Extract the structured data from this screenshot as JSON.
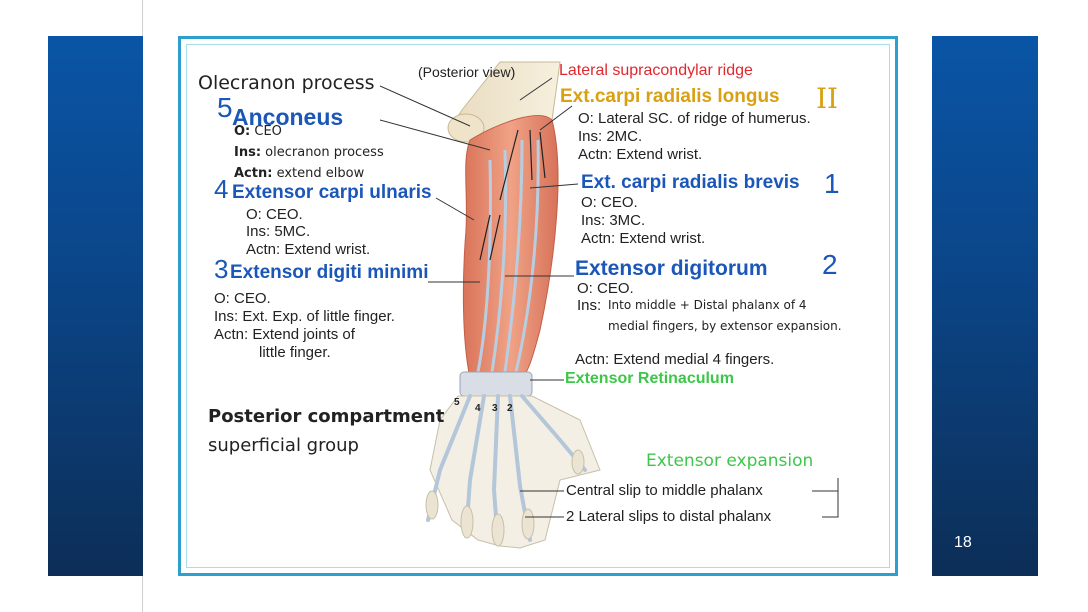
{
  "page_number": "18",
  "diagram": {
    "view_label": "(Posterior view)",
    "olecranon_label": "Olecranon process",
    "anconeus": {
      "number": "5",
      "name": "Anconeus",
      "origin_key": "O:",
      "origin": "CEO",
      "insertion_key": "Ins:",
      "insertion": "olecranon process",
      "action_key": "Actn:",
      "action": "extend elbow"
    },
    "ecu": {
      "number": "4",
      "name": "Extensor carpi ulnaris",
      "origin": "O: CEO.",
      "insertion": "Ins: 5MC.",
      "action": "Actn: Extend wrist."
    },
    "edm": {
      "number": "3",
      "name": "Extensor digiti minimi",
      "origin": "O: CEO.",
      "insertion": "Ins: Ext. Exp. of little finger.",
      "action_line1": "Actn: Extend joints of",
      "action_line2": "little finger."
    },
    "lateral_ridge": "Lateral supracondylar ridge",
    "ecrl": {
      "name": "Ext.carpi radialis longus",
      "number": "II",
      "origin": "O: Lateral SC. of ridge of humerus.",
      "insertion": "Ins: 2MC.",
      "action": "Actn: Extend wrist."
    },
    "ecrb": {
      "name": "Ext. carpi radialis brevis",
      "number": "1",
      "origin": "O: CEO.",
      "insertion": "Ins: 3MC.",
      "action": "Actn: Extend wrist."
    },
    "ed": {
      "name": "Extensor digitorum",
      "number": "2",
      "origin": "O: CEO.",
      "insertion_key": "Ins:",
      "insertion_line1": "Into middle + Distal phalanx of 4",
      "insertion_line2": "medial fingers, by extensor expansion.",
      "action": "Actn: Extend medial 4 fingers."
    },
    "retinaculum": "Extensor Retinaculum",
    "compartment_title": "Posterior compartment",
    "compartment_sub": "superficial group",
    "tendon_numbers": [
      "5",
      "4",
      "3",
      "2"
    ],
    "expansion_title": "Extensor expansion",
    "central_slip": "Central slip to middle phalanx",
    "lateral_slips": "2 Lateral slips to distal phalanx"
  },
  "colors": {
    "sidebar_blue": "#0b4587",
    "frame_border": "#2f9fcf",
    "muscle": "#e8876a",
    "label_red": "#e0282e",
    "label_blue": "#1b57b8",
    "label_gold": "#d9a013",
    "label_green": "#3ec64a"
  }
}
